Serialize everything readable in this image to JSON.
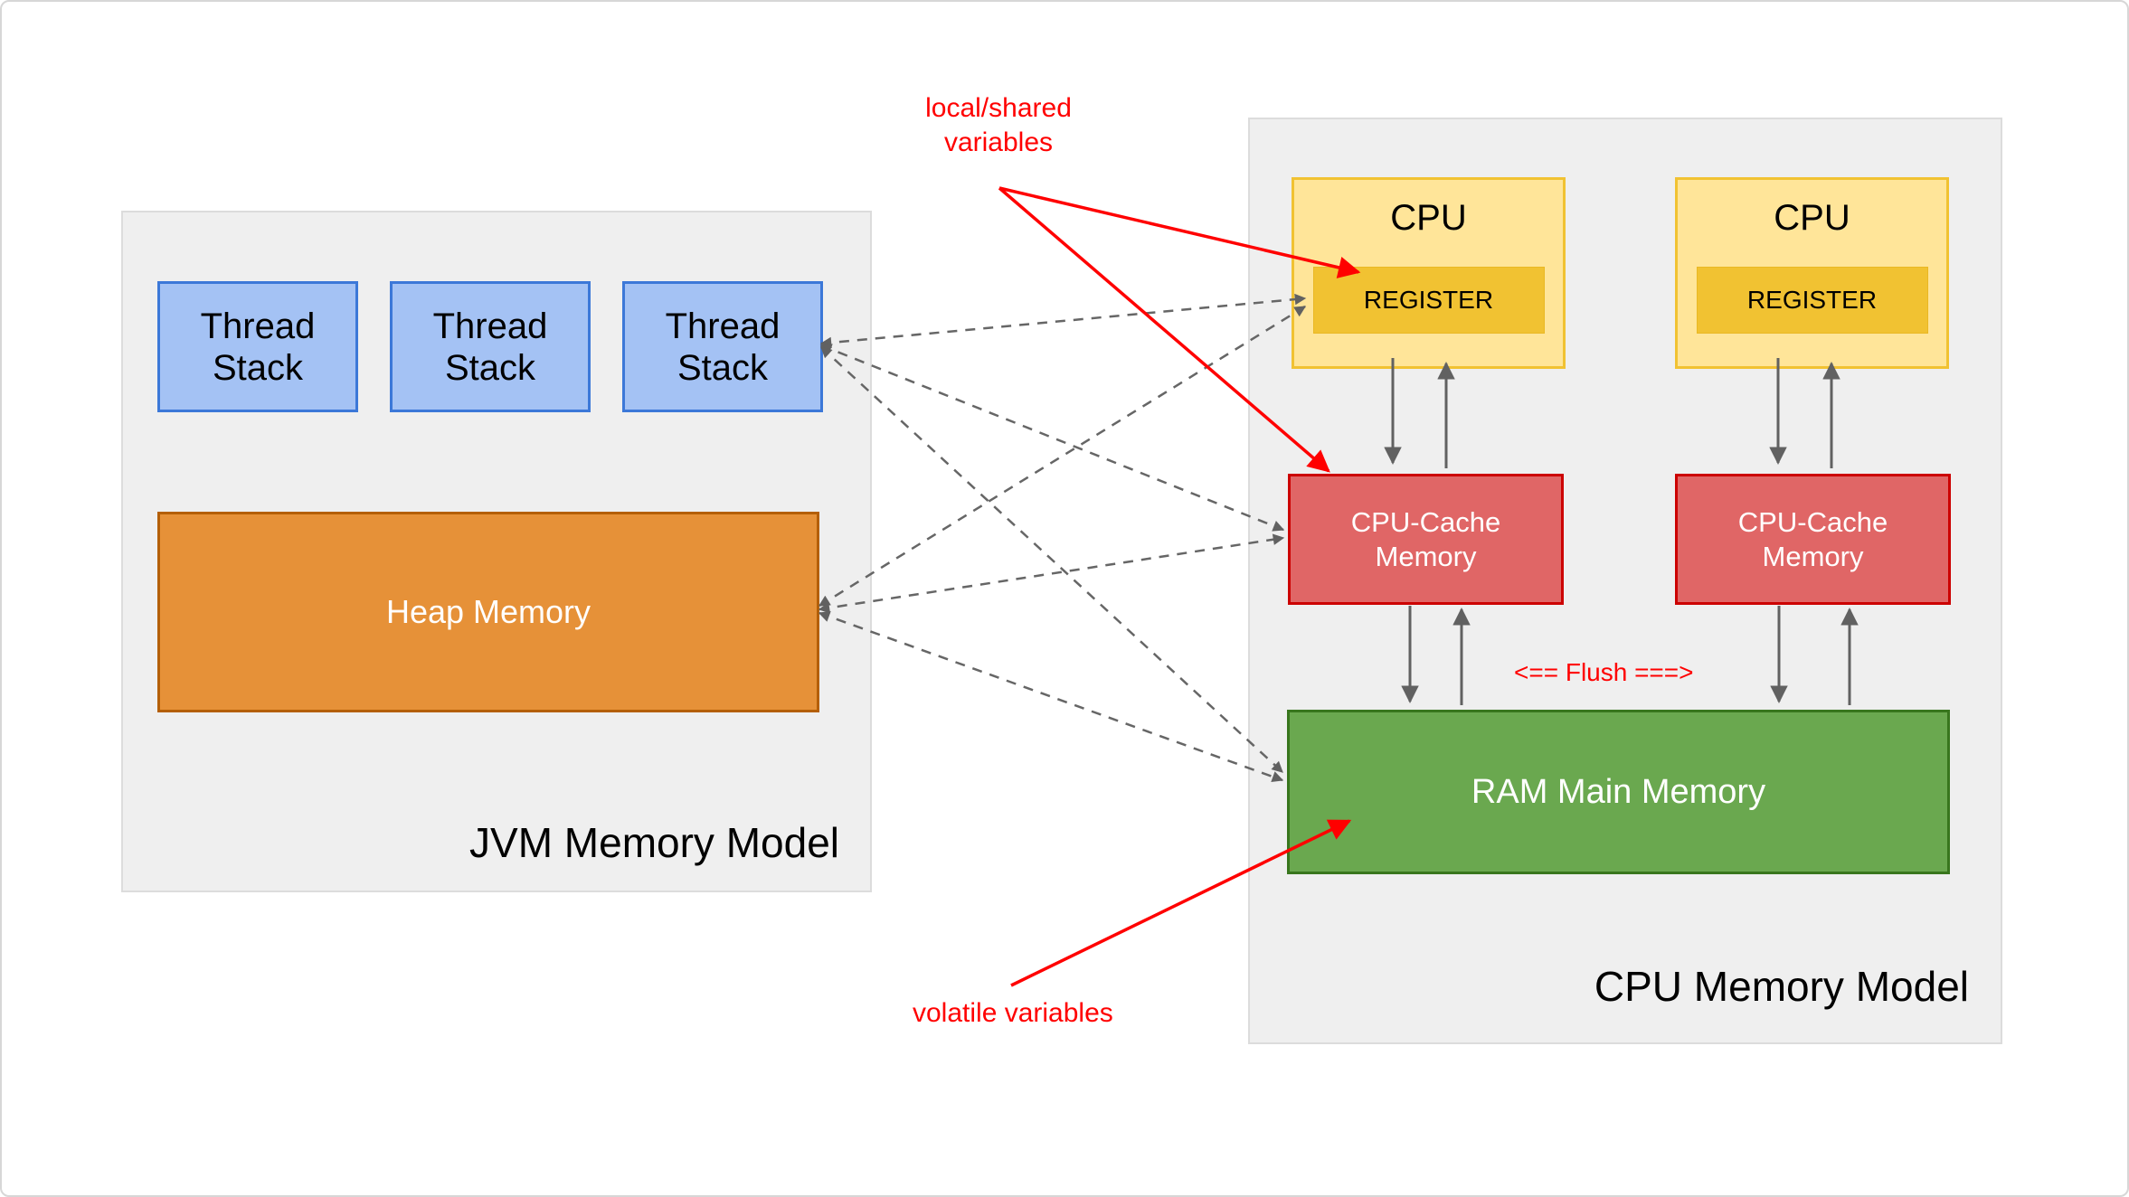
{
  "jvm": {
    "title": "JVM Memory Model",
    "thread_stacks": [
      "Thread Stack",
      "Thread Stack",
      "Thread Stack"
    ],
    "heap_label": "Heap Memory"
  },
  "cpu": {
    "title": "CPU Memory Model",
    "cpus": [
      {
        "label": "CPU",
        "register": "REGISTER",
        "cache": "CPU-Cache Memory"
      },
      {
        "label": "CPU",
        "register": "REGISTER",
        "cache": "CPU-Cache Memory"
      }
    ],
    "ram_label": "RAM Main Memory",
    "flush_label": "<== Flush ===>"
  },
  "annotations": {
    "local_shared": "local/shared variables",
    "volatile": "volatile variables"
  },
  "colors": {
    "thread_stack_fill": "#a4c2f4",
    "thread_stack_border": "#3c78d8",
    "heap_fill": "#e69138",
    "heap_border": "#b45f06",
    "cpu_fill": "#ffe599",
    "cpu_border": "#f1c232",
    "register_fill": "#f1c232",
    "cache_fill": "#e06666",
    "cache_border": "#cc0000",
    "ram_fill": "#6aa84f",
    "ram_border": "#38761d",
    "panel_fill": "#efefef",
    "annotation_red": "#ff0000",
    "arrow_grey": "#616161"
  }
}
